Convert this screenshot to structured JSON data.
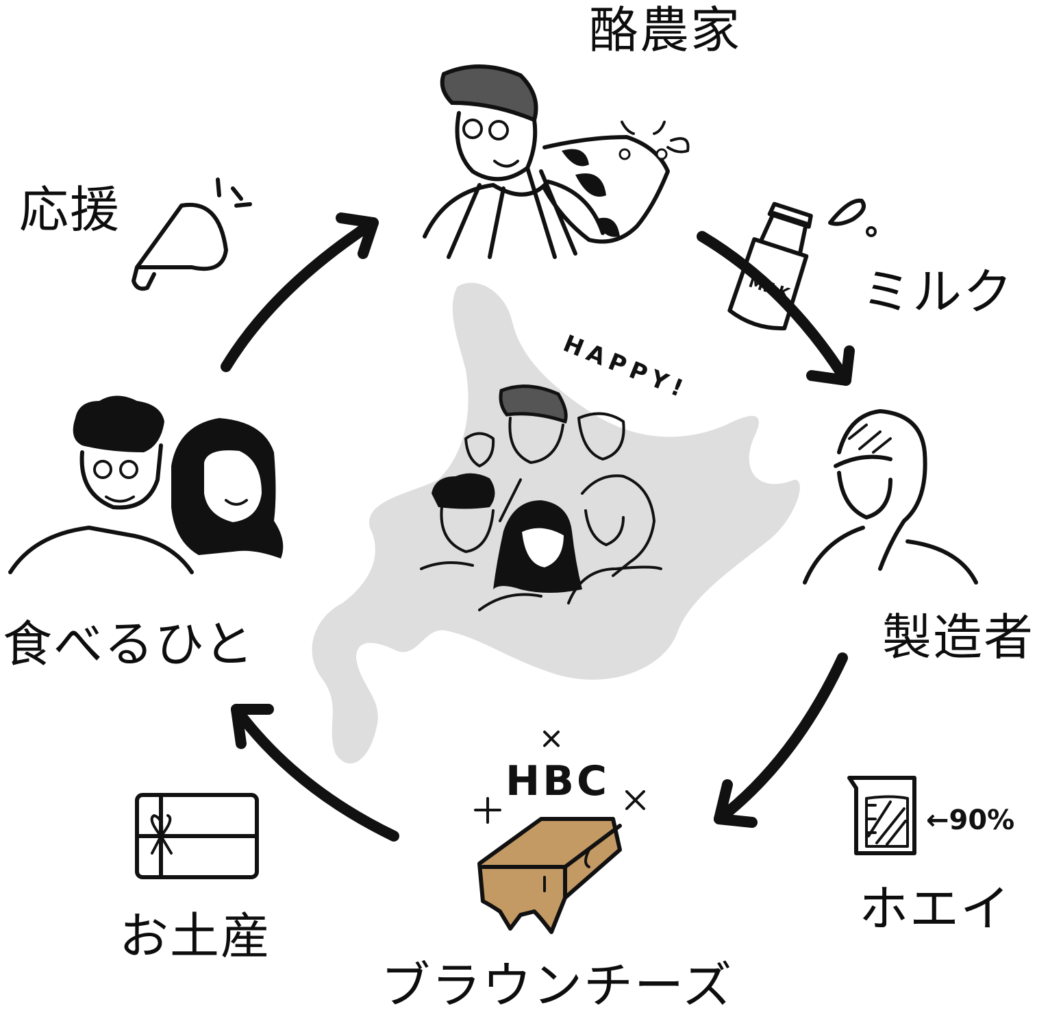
{
  "labels": {
    "farmer": "酪農家",
    "milk": "ミルク",
    "maker": "製造者",
    "whey": "ホエイ",
    "cheese": "ブラウンチーズ",
    "gift": "お土産",
    "eater": "食べるひと",
    "support": "応援"
  },
  "illustration_text": {
    "happy": "HAPPY!",
    "milk_can": "MILK",
    "brand": "HBC",
    "whey_ratio": "←90%"
  },
  "colors": {
    "ink": "#111111",
    "map_fill": "#dedede",
    "cheese": "#c49a64",
    "cap": "#555555"
  },
  "icons": [
    "megaphone-icon",
    "milk-can-icon",
    "beaker-icon",
    "gift-icon",
    "cow-icon"
  ]
}
